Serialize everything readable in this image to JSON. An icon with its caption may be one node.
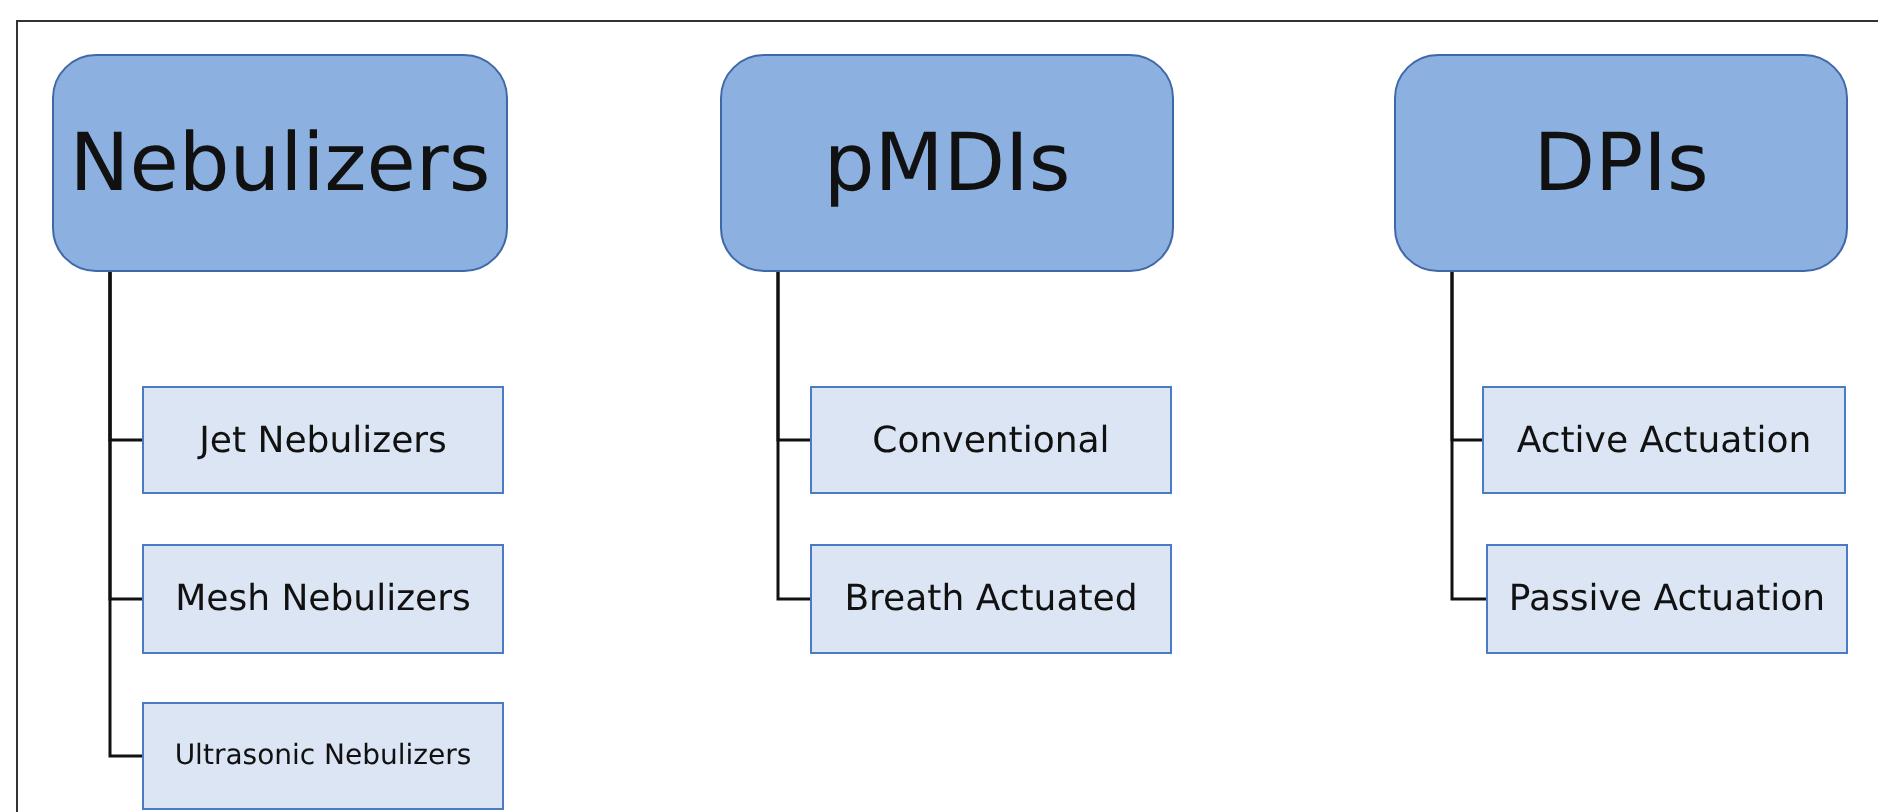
{
  "diagram": {
    "nodes": [
      {
        "text": [
          "Nebulizers"
        ]
      },
      {
        "text": [
          "Jet Nebulizers"
        ]
      },
      {
        "text": [
          "Mesh Nebulizers"
        ]
      },
      {
        "text": [
          "Ultrasonic Nebulizers"
        ]
      },
      {
        "text": [
          "pMDIs"
        ]
      },
      {
        "text": [
          "Conventional"
        ]
      },
      {
        "text": [
          "Breath Actuated"
        ]
      },
      {
        "text": [
          "DPIs"
        ]
      },
      {
        "text": [
          "Active Actuation"
        ]
      },
      {
        "text": [
          "Passive Actuation"
        ]
      }
    ],
    "edges": [
      {
        "from": 0,
        "to": 1,
        "arrow": "none"
      },
      {
        "from": 0,
        "to": 2,
        "arrow": "none"
      },
      {
        "from": 0,
        "to": 3,
        "arrow": "none"
      },
      {
        "from": 4,
        "to": 5,
        "arrow": "none"
      },
      {
        "from": 4,
        "to": 6,
        "arrow": "none"
      },
      {
        "from": 7,
        "to": 8,
        "arrow": "none"
      },
      {
        "from": 7,
        "to": 9,
        "arrow": "none"
      }
    ]
  }
}
